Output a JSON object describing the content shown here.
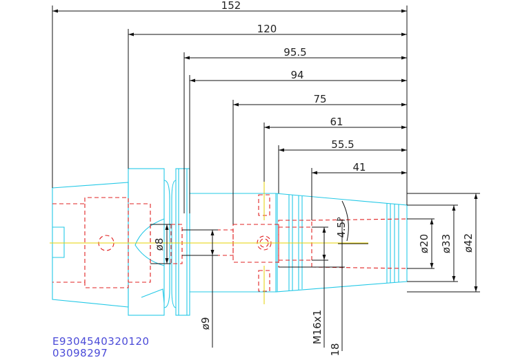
{
  "drawing": {
    "dims_horizontal": [
      "152",
      "120",
      "95.5",
      "94",
      "75",
      "61",
      "55.5",
      "41"
    ],
    "dims_vertical": [
      "ø8",
      "ø9",
      "M16x1",
      "18",
      "4.5°",
      "ø20",
      "ø33",
      "ø42"
    ],
    "part_number": "E9304540320120",
    "code": "03098297",
    "colors": {
      "outline": "#22c8e6",
      "hidden": "#e02020",
      "centerline": "#e6d200",
      "dimension": "#111111",
      "id_text": "#4a4ad8"
    }
  }
}
